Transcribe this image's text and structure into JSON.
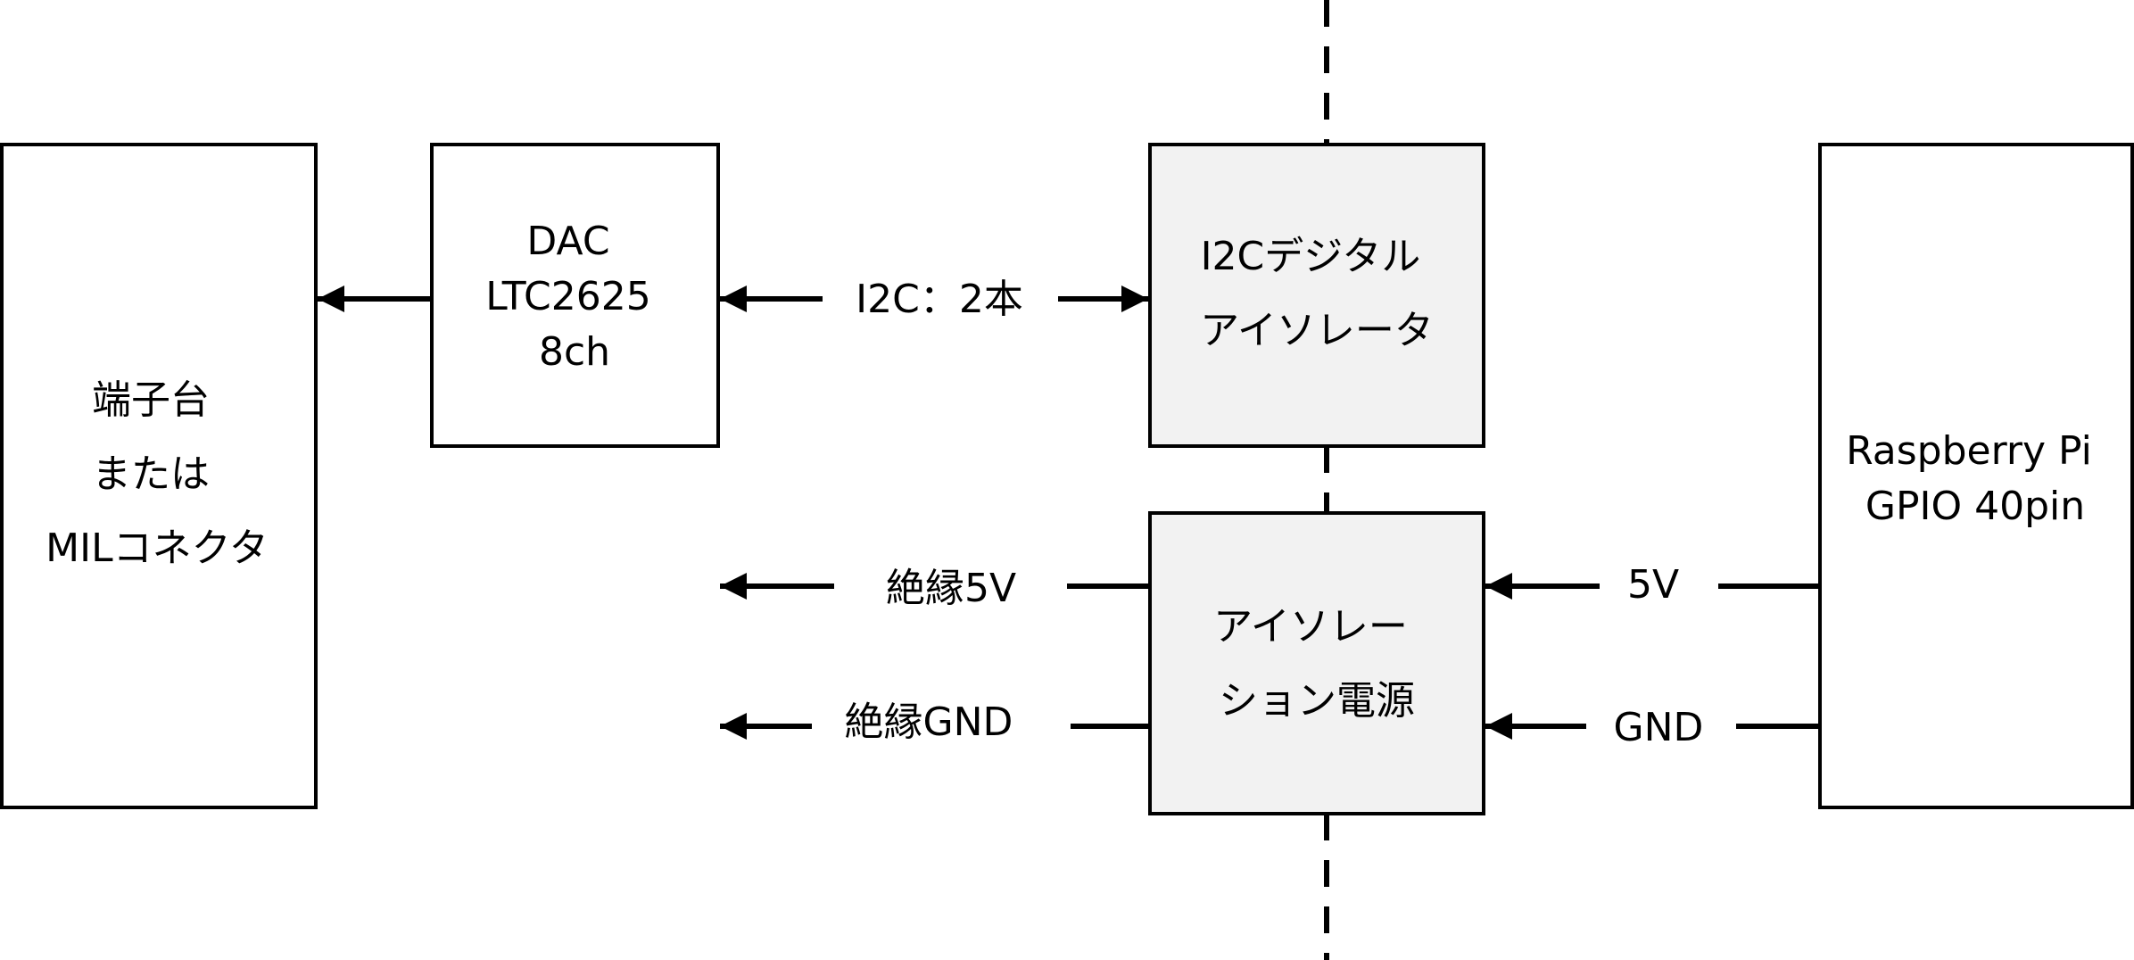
{
  "colors": {
    "line": "#000000",
    "box_fill_plain": "#ffffff",
    "box_fill_shaded": "#f2f2f2"
  },
  "blocks": {
    "terminal": {
      "lines": [
        "端子台",
        "または",
        "MILコネクタ"
      ]
    },
    "dac": {
      "lines": [
        "DAC",
        "LTC2625",
        "8ch"
      ]
    },
    "i2c_isolator": {
      "lines": [
        "I2Cデジタル",
        "アイソレータ"
      ]
    },
    "isolated_power": {
      "lines": [
        "アイソレー",
        "ション電源"
      ]
    },
    "raspberry_pi": {
      "lines": [
        "Raspberry Pi",
        "GPIO 40pin"
      ]
    }
  },
  "connections": {
    "i2c": "I2C：2本",
    "isolated_5v": "絶縁5V",
    "isolated_gnd": "絶縁GND",
    "pi_5v": "5V",
    "pi_gnd": "GND"
  }
}
